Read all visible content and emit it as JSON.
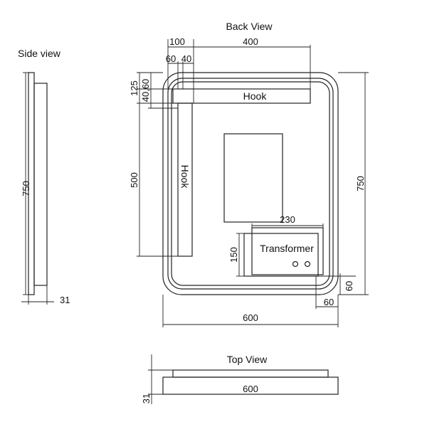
{
  "views": {
    "side": "Side view",
    "back": "Back View",
    "top": "Top View"
  },
  "labels": {
    "hook_top": "Hook",
    "hook_side": "Hook",
    "transformer": "Transformer"
  },
  "dimensions": {
    "top_100": "100",
    "top_400": "400",
    "top_60": "60",
    "top_40": "40",
    "left_125": "125",
    "left_40_60": "40,60",
    "left_500": "500",
    "left_150": "150",
    "right_750": "750",
    "side_750": "750",
    "side_31": "31",
    "transformer_230": "230",
    "corner_60_v": "60",
    "corner_60_h": "60",
    "bottom_600": "600",
    "top_view_600": "600",
    "top_view_31": "31"
  }
}
